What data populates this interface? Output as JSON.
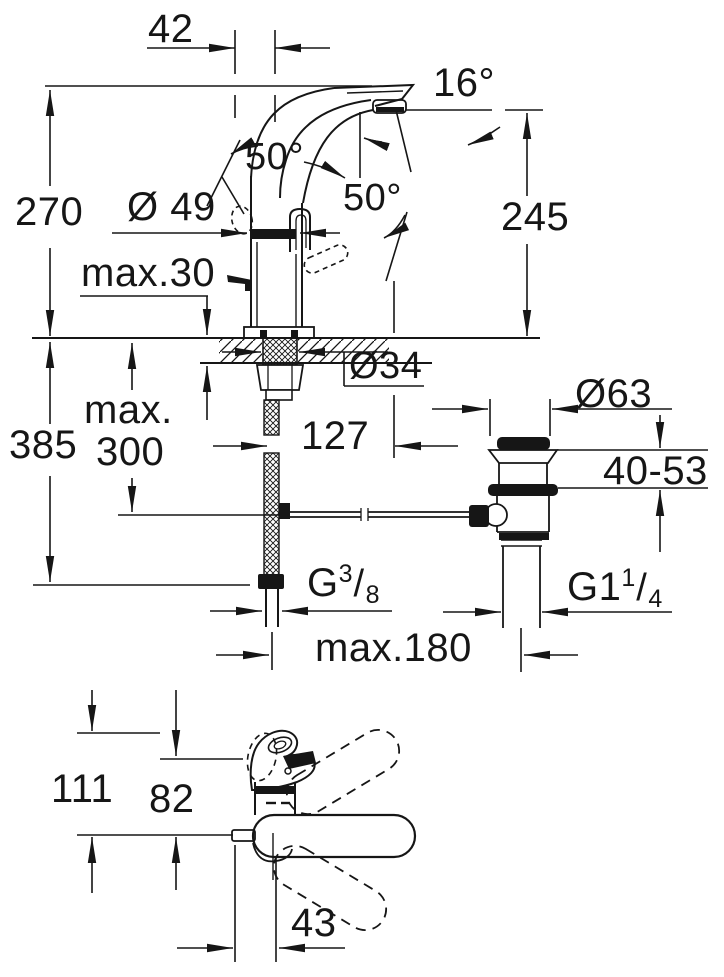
{
  "colors": {
    "background": "#ffffff",
    "ink": "#161616"
  },
  "labels": {
    "spout_offset": "42",
    "aerator_angle": "16°",
    "handle_open_angle": "50°",
    "handle_travel_angle": "50°",
    "body_diameter": "Ø 49",
    "height_to_spout_top": "270",
    "max_deck_thickness": "max.30",
    "spout_outlet_height": "245",
    "mounting_hole_diameter": "Ø34",
    "total_depth_below": "385",
    "max_rod_length_line1": "max.",
    "max_rod_length_line2": "300",
    "center_offset": "127",
    "waste_flange_diameter": "Ø63",
    "clamping_range": "40-53",
    "supply_thread": {
      "prefix": "G",
      "numerator": "3",
      "slash": "/",
      "denominator": "8"
    },
    "waste_thread": {
      "prefix": "G1",
      "numerator": "1",
      "slash": "/",
      "denominator": "4"
    },
    "max_reach": "max.180",
    "plan_total_depth": "111",
    "plan_lever_depth": "82",
    "plan_lever_overhang": "43"
  }
}
